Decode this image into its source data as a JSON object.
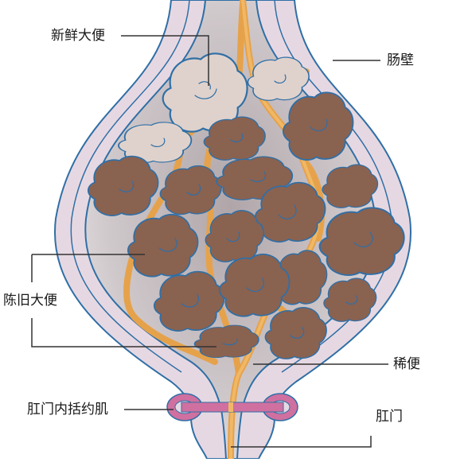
{
  "labels": {
    "fresh_stool": "新鲜大便",
    "intestinal_wall": "肠壁",
    "old_stool": "陈旧大便",
    "loose_stool": "稀便",
    "anal_sphincter": "肛门内括约肌",
    "anus": "肛门"
  },
  "colors": {
    "wall": "#e6d8e2",
    "wall_outline": "#2f6fa6",
    "lumen": "#c4bcc0",
    "stool_old": "#8a6250",
    "stool_fresh": "#dfd2cc",
    "loose_stool": "#e6a24a",
    "sphincter": "#d070a0",
    "leader_line": "#333333"
  }
}
